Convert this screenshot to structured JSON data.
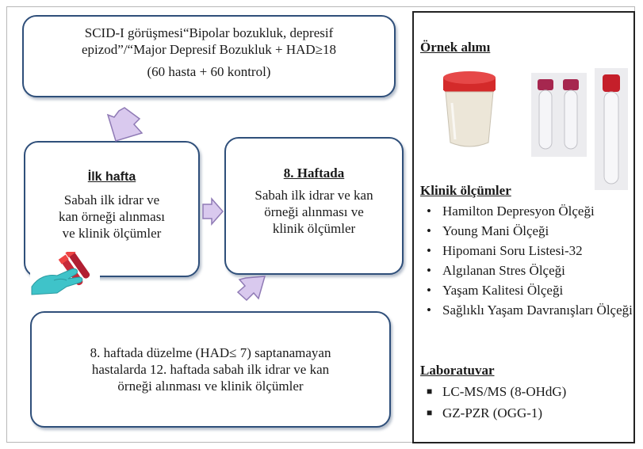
{
  "box_top": {
    "line1": "SCID-I görüşmesi“Bipolar bozukluk, depresif",
    "line2": "epizod”/“Major Depresif Bozukluk + HAD≥18",
    "line3": "(60 hasta + 60 kontrol)"
  },
  "box_week1": {
    "title": "İlk hafta",
    "line1": "Sabah ilk idrar ve",
    "line2": "kan örneği alınması",
    "line3": "ve klinik ölçümler"
  },
  "box_week8": {
    "title": "8. Haftada",
    "line1": "Sabah ilk idrar ve kan",
    "line2": "örneği alınması ve",
    "line3": "klinik ölçümler"
  },
  "box_bottom": {
    "line1": "8. haftada düzelme  (HAD≤ 7) saptanamayan",
    "line2": "hastalarda 12. haftada sabah ilk idrar ve kan",
    "line3": "örneği alınması ve klinik ölçümler"
  },
  "panel": {
    "sample_heading": "Örnek alımı",
    "clinical_heading": "Klinik ölçümler",
    "clinical_items": [
      "Hamilton Depresyon Ölçeği",
      "Young Mani Ölçeği",
      "Hipomani Soru Listesi-32",
      "Algılanan Stres Ölçeği",
      "Yaşam Kalitesi Ölçeği",
      "Sağlıklı Yaşam Davranışları Ölçeği"
    ],
    "lab_heading": "Laboratuvar",
    "lab_items": [
      "LC-MS/MS (8-OHdG)",
      "GZ-PZR (OGG-1)"
    ]
  },
  "colors": {
    "box_border": "#2f4f7a",
    "arrow_fill": "#d9c9ee",
    "arrow_stroke": "#8f7ab5",
    "cap_red": "#d42a2a",
    "glove": "#3fc3c9"
  },
  "icons": [
    "urine-cup-icon",
    "blood-tube-icon",
    "gloved-hand-icon"
  ]
}
